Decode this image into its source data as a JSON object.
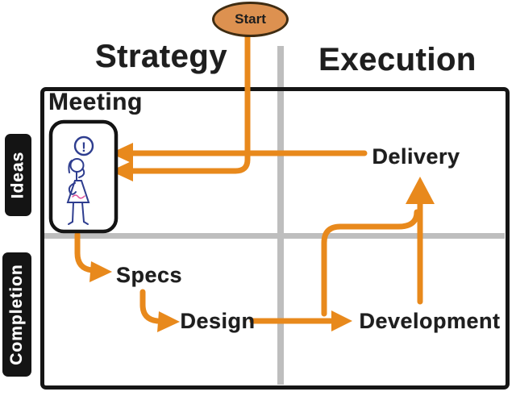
{
  "diagram": {
    "columns": {
      "left": "Strategy",
      "right": "Execution"
    },
    "rows": {
      "top": "Ideas",
      "bottom": "Completion"
    },
    "start": {
      "label": "Start"
    },
    "nodes": {
      "meeting": "Meeting",
      "delivery": "Delivery",
      "specs": "Specs",
      "design": "Design",
      "development": "Development"
    },
    "icons": {
      "person": "stick-figure-woman-thinking",
      "exclamation": "!"
    },
    "colors": {
      "arrow": "#E8891C",
      "start_fill": "#DD9150",
      "grid_gray": "#BEBEBE",
      "text": "#1E1E1E",
      "banner_bg": "#141414",
      "banner_text": "#FFFFFF",
      "ink_blue": "#2E3D8F",
      "accent_pink": "#E0529C"
    }
  }
}
